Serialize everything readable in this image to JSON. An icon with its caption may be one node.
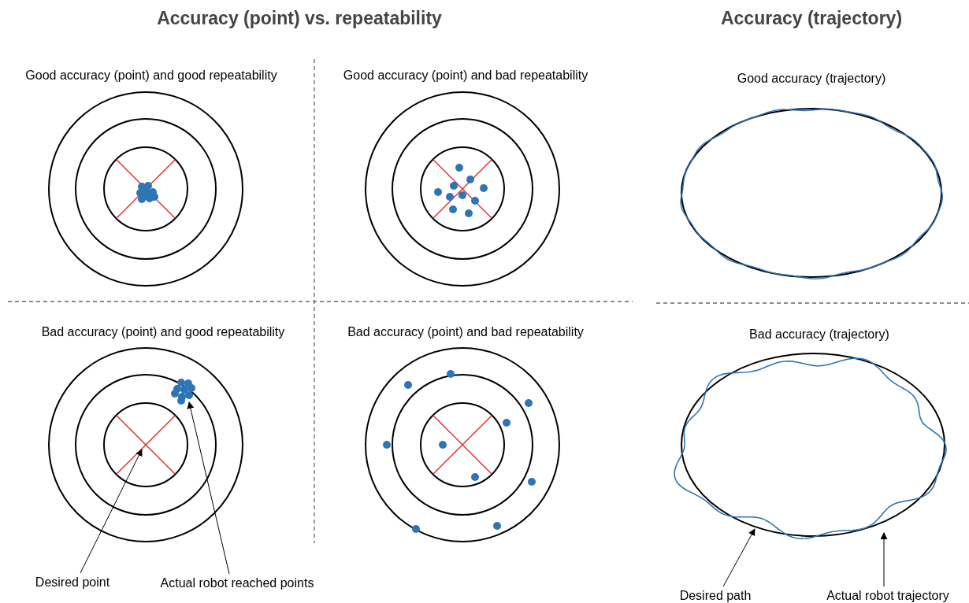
{
  "diagram": {
    "title": "Accuracy (point) vs. repeatability",
    "nodes": [
      {
        "text": [
          "Desired point"
        ]
      },
      {
        "text": [],
        "shape": "cross"
      },
      {
        "text": [
          "Actual robot reached points"
        ]
      },
      {
        "text": [],
        "shape": "dots"
      },
      {
        "text": [
          "Desired path"
        ]
      },
      {
        "text": [],
        "shape": "ellipse"
      },
      {
        "text": [
          "Actual robot trajectory"
        ]
      },
      {
        "text": [],
        "shape": "curve"
      }
    ],
    "edges": [
      {
        "from": 0,
        "to": 1,
        "arrow": "to"
      },
      {
        "from": 2,
        "to": 3,
        "arrow": "to"
      },
      {
        "from": 4,
        "to": 5,
        "arrow": "to"
      },
      {
        "from": 6,
        "to": 7,
        "arrow": "to"
      }
    ],
    "labels": [
      "Accuracy (trajectory)",
      "Good accuracy (point) and good repeatability",
      "Good accuracy (point) and bad repeatability",
      "Good accuracy (trajectory)",
      "Bad accuracy (point) and good repeatability",
      "Bad accuracy (point) and bad repeatability",
      "Bad accuracy (trajectory)"
    ]
  }
}
